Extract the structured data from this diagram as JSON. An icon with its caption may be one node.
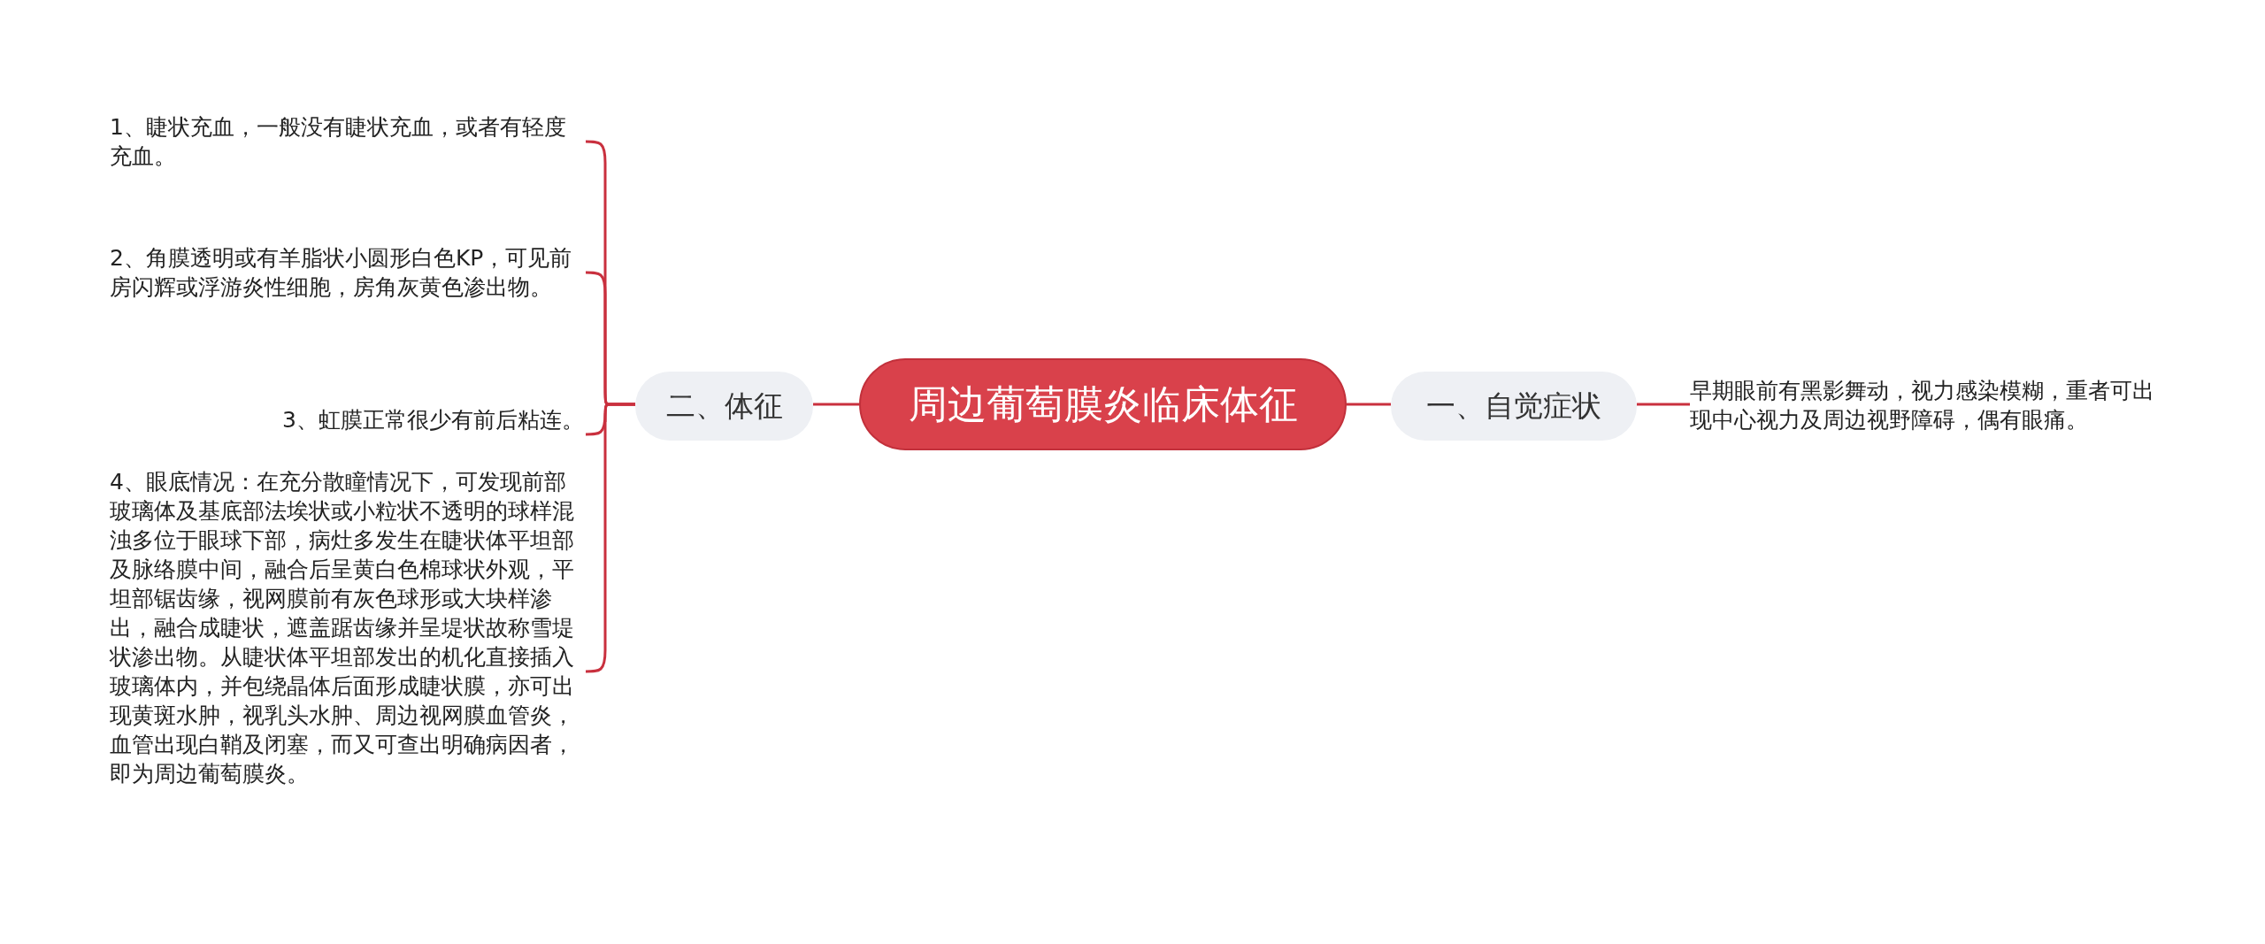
{
  "diagram": {
    "nodes": [
      {
        "text": [
          "周边葡萄膜炎临床体征"
        ]
      },
      {
        "text": [
          "一、自觉症状"
        ]
      },
      {
        "text": [
          "早期眼前有黑影舞动，视力感染模糊，重者可出现中心视力及周边视野障碍，偶有眼痛。"
        ]
      },
      {
        "text": [
          "二、体征"
        ]
      },
      {
        "text": [
          "1、睫状充血，一般没有睫状充血，或者有轻度充血。"
        ]
      },
      {
        "text": [
          "2、角膜透明或有羊脂状小圆形白色KP，可见前房闪辉或浮游炎性细胞，房角灰黄色渗出物。"
        ]
      },
      {
        "text": [
          "3、虹膜正常很少有前后粘连。"
        ]
      },
      {
        "text": [
          "4、眼底情况：在充分散瞳情况下，可发现前部玻璃体及基底部法埃状或小粒状不透明的球样混浊多位于眼球下部，病灶多发生在睫状体平坦部及脉络膜中间，融合后呈黄白色棉球状外观，平坦部锯齿缘，视网膜前有灰色球形或大块样渗出，融合成睫状，遮盖踞齿缘并呈堤状故称雪堤状渗出物。从睫状体平坦部发出的机化直接插入玻璃体内，并包绕晶体后面形成睫状膜，亦可出现黄斑水肿，视乳头水肿、周边视网膜血管炎，血管出现白鞘及闭塞，而又可查出明确病因者，即为周边葡萄膜炎。"
        ]
      }
    ],
    "edges": [
      {
        "from": 0,
        "to": 1,
        "arrow": "none"
      },
      {
        "from": 1,
        "to": 2,
        "arrow": "none"
      },
      {
        "from": 0,
        "to": 3,
        "arrow": "none"
      },
      {
        "from": 3,
        "to": 4,
        "arrow": "none"
      },
      {
        "from": 3,
        "to": 5,
        "arrow": "none"
      },
      {
        "from": 3,
        "to": 6,
        "arrow": "none"
      },
      {
        "from": 3,
        "to": 7,
        "arrow": "none"
      }
    ]
  }
}
